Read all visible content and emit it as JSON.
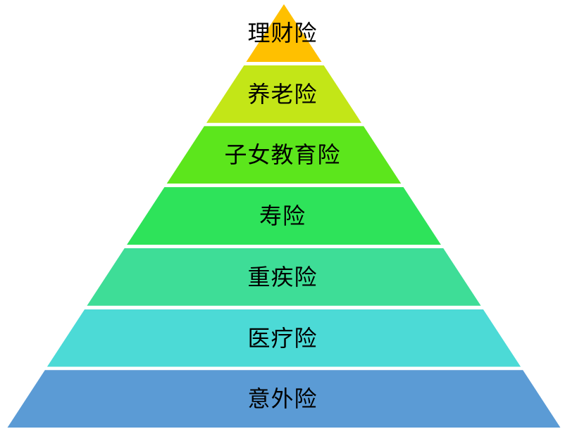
{
  "chart_data": {
    "type": "pyramid",
    "title": "",
    "orientation": "apex-top",
    "background": "#ffffff",
    "label_text_color": "#000000",
    "layers": [
      {
        "label": "理财险",
        "color": "#FFC000"
      },
      {
        "label": "养老险",
        "color": "#C3E617"
      },
      {
        "label": "子女教育险",
        "color": "#5CE61C"
      },
      {
        "label": "寿险",
        "color": "#2EE35A"
      },
      {
        "label": "重疾险",
        "color": "#3EDD97"
      },
      {
        "label": "医疗险",
        "color": "#4CDAD6"
      },
      {
        "label": "意外险",
        "color": "#5B9BD5"
      }
    ]
  }
}
